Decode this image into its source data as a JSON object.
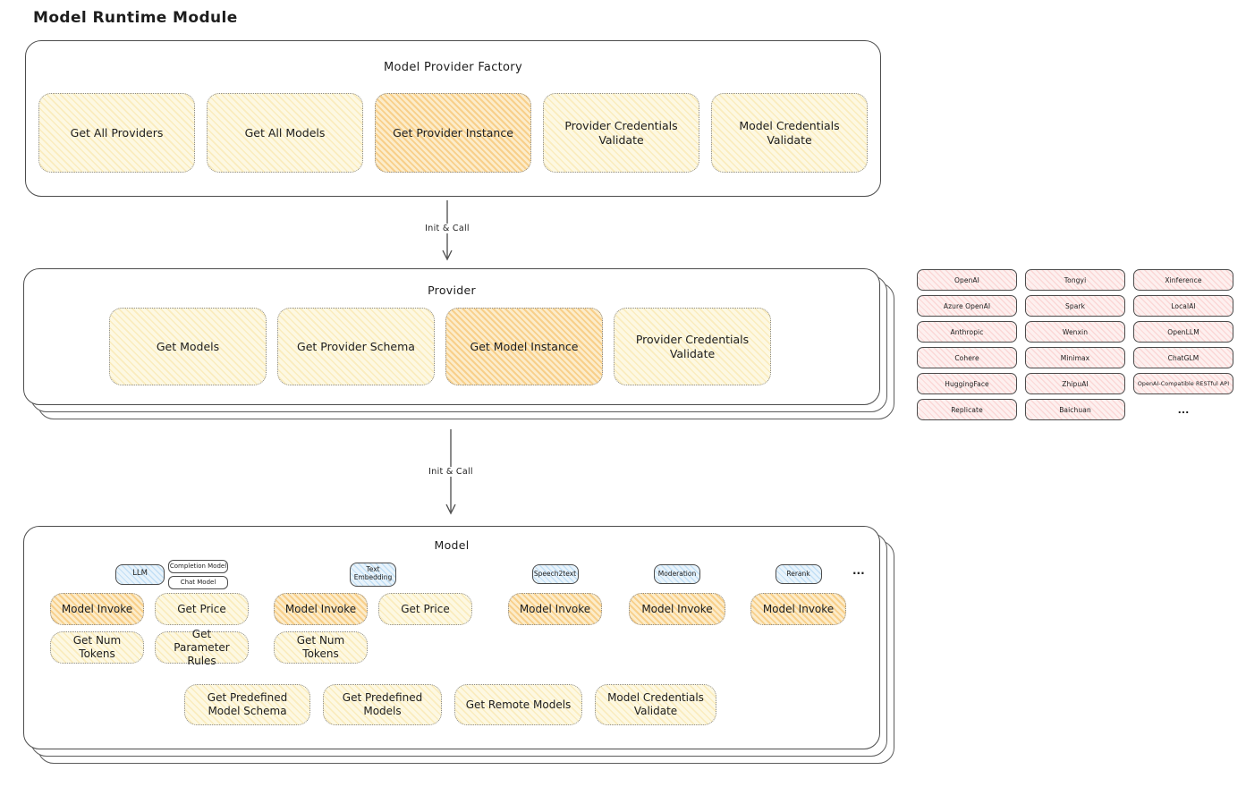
{
  "page_title": "Model Runtime Module",
  "colors": {
    "yellow_node": "#fdf8e2",
    "orange_highlight": "#f6c66a",
    "pink_chip": "#fdf0ef",
    "blue_tab": "#e8f3fb",
    "ink": "#1d1d1d"
  },
  "factory": {
    "title": "Model Provider Factory",
    "buttons": [
      {
        "label": "Get All Providers",
        "highlighted": false
      },
      {
        "label": "Get All Models",
        "highlighted": false
      },
      {
        "label": "Get Provider Instance",
        "highlighted": true
      },
      {
        "label": "Provider Credentials Validate",
        "highlighted": false
      },
      {
        "label": "Model Credentials Validate",
        "highlighted": false
      }
    ]
  },
  "arrows": {
    "init_call_1": "Init & Call",
    "init_call_2": "Init & Call"
  },
  "provider": {
    "title": "Provider",
    "buttons": [
      {
        "label": "Get Models",
        "highlighted": false
      },
      {
        "label": "Get Provider Schema",
        "highlighted": false
      },
      {
        "label": "Get Model Instance",
        "highlighted": true
      },
      {
        "label": "Provider Credentials Validate",
        "highlighted": false
      }
    ]
  },
  "providers_grid": {
    "items": [
      "OpenAI",
      "Tongyi",
      "Xinference",
      "Azure OpenAI",
      "Spark",
      "LocalAI",
      "Anthropic",
      "Wenxin",
      "OpenLLM",
      "Cohere",
      "Minimax",
      "ChatGLM",
      "HuggingFace",
      "ZhipuAI",
      "OpenAI-Compatible RESTful API",
      "Replicate",
      "Baichuan"
    ],
    "ellipsis": "..."
  },
  "model": {
    "title": "Model",
    "tabs_ellipsis": "...",
    "groups": [
      {
        "tab": "LLM",
        "subtabs": [
          "Completion Model",
          "Chat Model"
        ],
        "buttons": [
          {
            "label": "Model Invoke",
            "highlighted": true
          },
          {
            "label": "Get Price",
            "highlighted": false
          },
          {
            "label": "Get Num Tokens",
            "highlighted": false
          },
          {
            "label": "Get Parameter Rules",
            "highlighted": false
          }
        ]
      },
      {
        "tab": "Text Embedding",
        "buttons": [
          {
            "label": "Model Invoke",
            "highlighted": true
          },
          {
            "label": "Get Price",
            "highlighted": false
          },
          {
            "label": "Get Num Tokens",
            "highlighted": false
          }
        ]
      },
      {
        "tab": "Speech2text",
        "buttons": [
          {
            "label": "Model Invoke",
            "highlighted": true
          }
        ]
      },
      {
        "tab": "Moderation",
        "buttons": [
          {
            "label": "Model Invoke",
            "highlighted": true
          }
        ]
      },
      {
        "tab": "Rerank",
        "buttons": [
          {
            "label": "Model Invoke",
            "highlighted": true
          }
        ]
      }
    ],
    "bottom_buttons": [
      "Get Predefined Model Schema",
      "Get Predefined Models",
      "Get Remote Models",
      "Model Credentials Validate"
    ]
  }
}
